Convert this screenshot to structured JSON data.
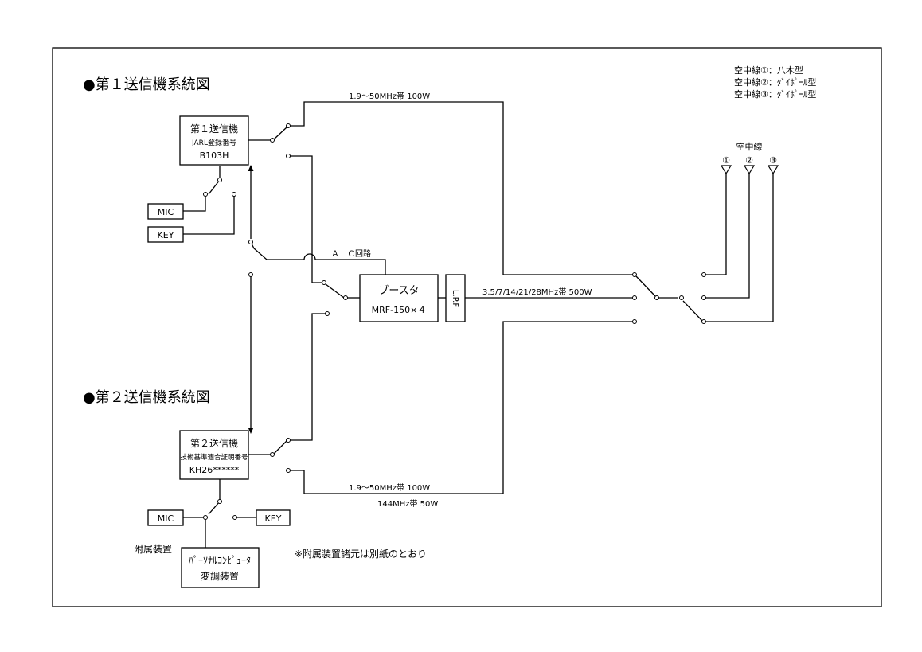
{
  "headings": {
    "tx1": "●第１送信機系統図",
    "tx2": "●第２送信機系統図"
  },
  "antenna_legend": [
    "空中線①：八木型",
    "空中線②：ﾀﾞｲﾎﾟｰﾙ型",
    "空中線③：ﾀﾞｲﾎﾟｰﾙ型"
  ],
  "antennas": {
    "title": "空中線",
    "labels": [
      "①",
      "②",
      "③"
    ]
  },
  "tx1": {
    "name": "第１送信機",
    "reg_label": "JARL登録番号",
    "reg_number": "B103H"
  },
  "tx2": {
    "name": "第２送信機",
    "cert_label": "技術基準適合証明番号",
    "cert_number": "KH26******"
  },
  "mic1": "MIC",
  "key1": "KEY",
  "mic2": "MIC",
  "key2": "KEY",
  "alc_label": "ＡＬＣ回路",
  "booster": {
    "name": "ブースタ",
    "model": "MRF-150×４"
  },
  "lpf": "L.P.F",
  "bands": {
    "tx1_direct": "1.9～50MHz帯 100W",
    "booster_out": "3.5/7/14/21/28MHz帯 500W",
    "tx2_direct": "1.9～50MHz帯 100W",
    "tx2_vhf": "144MHz帯 50W"
  },
  "accessory": {
    "label": "附属装置",
    "line1": "ﾊﾟｰｿﾅﾙｺﾝﾋﾟｭｰﾀ",
    "line2": "変調装置"
  },
  "note": "※附属装置諸元は別紙のとおり"
}
